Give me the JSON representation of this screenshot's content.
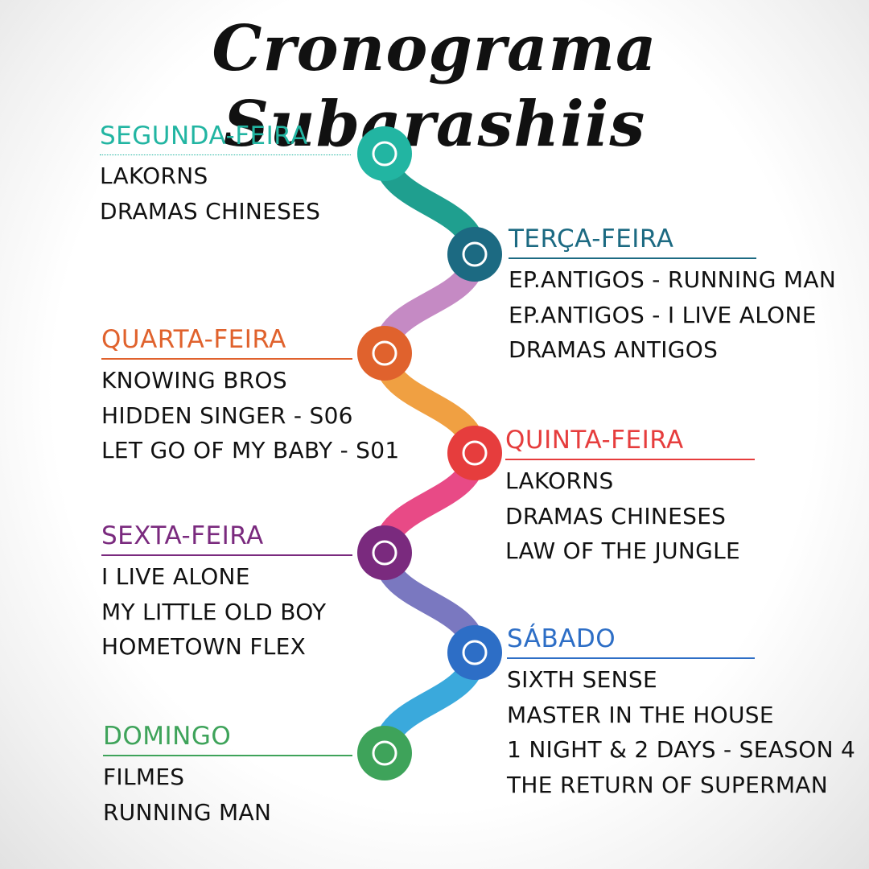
{
  "title": "Cronograma Subarashiis",
  "days": [
    {
      "name": "SEGUNDA-FEIRA",
      "color": "#22b5a2",
      "items": [
        "LAKORNS",
        "DRAMAS CHINESES"
      ]
    },
    {
      "name": "TERÇA-FEIRA",
      "color": "#1c6a82",
      "items": [
        "EP.ANTIGOS - RUNNING MAN",
        "EP.ANTIGOS - I LIVE ALONE",
        "DRAMAS ANTIGOS"
      ]
    },
    {
      "name": "QUARTA-FEIRA",
      "color": "#e0622d",
      "items": [
        "KNOWING BROS",
        "HIDDEN SINGER - S06",
        "LET GO OF MY BABY - S01"
      ]
    },
    {
      "name": "QUINTA-FEIRA",
      "color": "#e63d3d",
      "items": [
        "LAKORNS",
        "DRAMAS CHINESES",
        "LAW OF THE JUNGLE"
      ]
    },
    {
      "name": "SEXTA-FEIRA",
      "color": "#7a2a7e",
      "items": [
        "I LIVE ALONE",
        "MY LITTLE OLD BOY",
        "HOMETOWN FLEX"
      ]
    },
    {
      "name": "SÁBADO",
      "color": "#2d6ec6",
      "items": [
        "SIXTH SENSE",
        "MASTER IN THE HOUSE",
        "1 NIGHT & 2 DAYS - SEASON 4",
        "THE RETURN OF SUPERMAN"
      ]
    },
    {
      "name": "DOMINGO",
      "color": "#3ea35a",
      "items": [
        "FILMES",
        "RUNNING MAN"
      ]
    }
  ],
  "connector_colors": [
    "#1f9f8f",
    "#c58ac4",
    "#f0a042",
    "#e84a86",
    "#7a78c0",
    "#3aa9dc"
  ]
}
